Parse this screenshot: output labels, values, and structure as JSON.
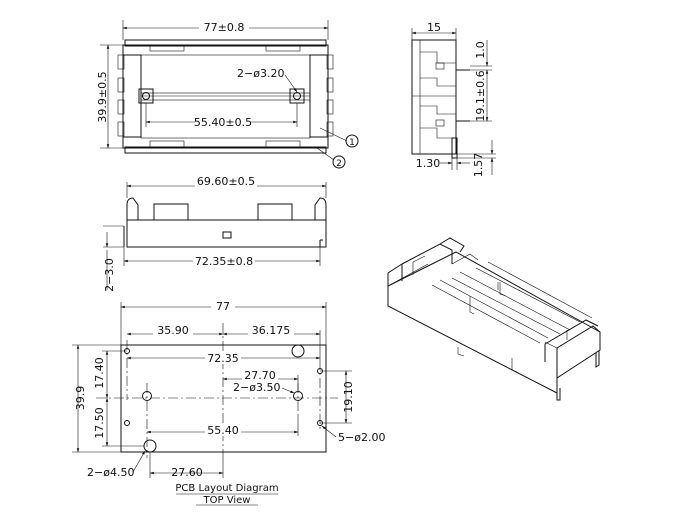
{
  "top_view": {
    "overall_width": "77±0.8",
    "overall_height": "39.9±0.5",
    "hole_label": "2−ø3.20",
    "hole_spacing": "55.40±0.5",
    "callout_1": "1",
    "callout_2": "2"
  },
  "side_view": {
    "width": "15",
    "t1": "1.0",
    "t2": "19.1±0.6",
    "t3": "1.30",
    "t4": "1.57"
  },
  "front_view": {
    "inner_width": "69.60±0.5",
    "outer_width": "72.35±0.8",
    "pin_height": "2−3.0"
  },
  "pcb_layout": {
    "width": "77",
    "half_left": "35.90",
    "half_right": "36.175",
    "span_72": "72.35",
    "span_27_70": "27.70",
    "hole_350": "2−ø3.50",
    "span_55_40": "55.40",
    "span_27_60": "27.60",
    "hole_450": "2−ø4.50",
    "hole_200": "5−ø2.00",
    "height": "39.9",
    "h_17_40": "17.40",
    "h_17_50": "17.50",
    "h_19_10": "19.10",
    "title": "PCB Layout Diagram",
    "subtitle": "TOP View"
  }
}
